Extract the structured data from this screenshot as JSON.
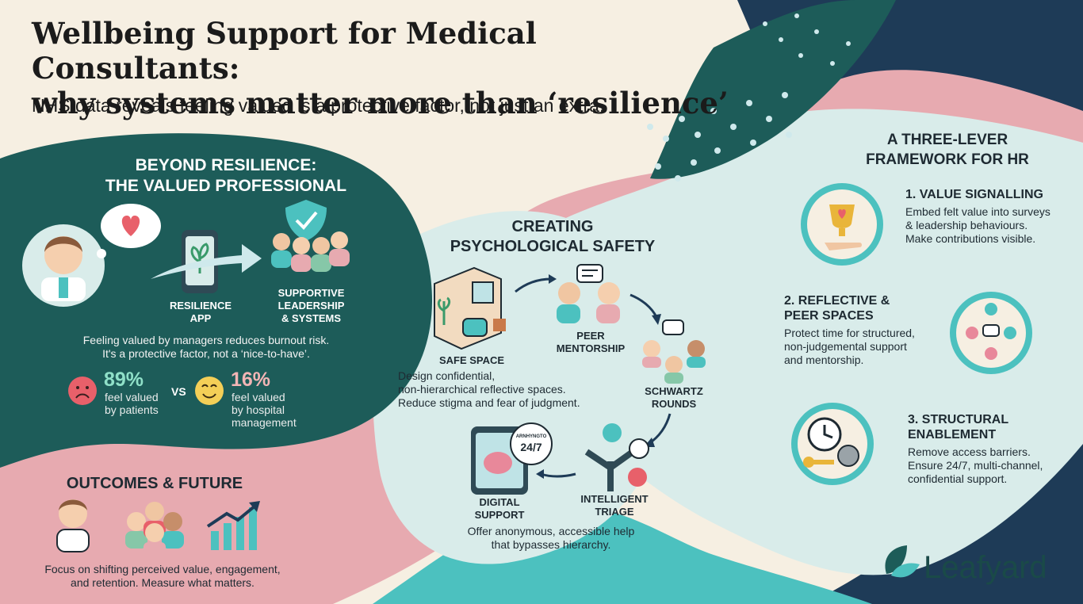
{
  "header": {
    "title_line1": "Wellbeing Support for Medical Consultants:",
    "title_line2": "why systems matter more than ‘resilience’",
    "subtitle": "NHS data reveals feeling valued is a protective factor, not just an extra."
  },
  "beyond": {
    "heading_line1": "BEYOND RESILIENCE:",
    "heading_line2": "THE VALUED PROFESSIONAL",
    "resilience_app_line1": "RESILIENCE",
    "resilience_app_line2": "APP",
    "supportive_line1": "SUPPORTIVE",
    "supportive_line2": "LEADERSHIP",
    "supportive_line3": "& SYSTEMS",
    "body_line1": "Feeling valued by managers reduces burnout risk.",
    "body_line2": "It's a protective factor, not a ‘nice-to-have’.",
    "stat1_value": "89%",
    "stat1_caption_line1": "feel valued",
    "stat1_caption_line2": "by patients",
    "versus": "VS",
    "stat2_value": "16%",
    "stat2_caption_line1": "feel valued",
    "stat2_caption_line2": "by hospital",
    "stat2_caption_line3": "management"
  },
  "outcomes": {
    "heading": "OUTCOMES & FUTURE",
    "body_line1": "Focus on shifting perceived value, engagement,",
    "body_line2": "and retention. Measure what matters."
  },
  "safety": {
    "heading_line1": "CREATING",
    "heading_line2": "PSYCHOLOGICAL SAFETY",
    "safe_space": "SAFE SPACE",
    "safe_space_text_line1": "Design confidential,",
    "safe_space_text_line2": "non-hierarchical reflective spaces.",
    "safe_space_text_line3": "Reduce stigma and fear of judgment.",
    "peer_line1": "PEER",
    "peer_line2": "MENTORSHIP",
    "schwartz_line1": "SCHWARTZ",
    "schwartz_line2": "ROUNDS",
    "triage_line1": "INTELLIGENT",
    "triage_line2": "TRIAGE",
    "digital_line1": "DIGITAL",
    "digital_line2": "SUPPORT",
    "digital_text_line1": "Offer anonymous, accessible help",
    "digital_text_line2": "that bypasses hierarchy.",
    "bubble_small": "ARNHYNGTO",
    "bubble_big": "24/7"
  },
  "framework": {
    "heading_line1": "A THREE-LEVER",
    "heading_line2": "FRAMEWORK FOR HR",
    "levers": [
      {
        "title_line1": "1. VALUE SIGNALLING",
        "title_line2": "",
        "text_line1": "Embed felt value into surveys",
        "text_line2": "& leadership behaviours.",
        "text_line3": "Make contributions visible."
      },
      {
        "title_line1": "2. REFLECTIVE &",
        "title_line2": "PEER SPACES",
        "text_line1": "Protect time for structured,",
        "text_line2": "non-judgemental support",
        "text_line3": "and mentorship."
      },
      {
        "title_line1": "3. STRUCTURAL",
        "title_line2": "ENABLEMENT",
        "text_line1": "Remove access barriers.",
        "text_line2": "Ensure 24/7, multi-channel,",
        "text_line3": "confidential support."
      }
    ]
  },
  "brand": {
    "name": "Leafyard"
  },
  "colors": {
    "cream": "#f6efe2",
    "dark_teal": "#1d5c59",
    "pink": "#e7aab0",
    "light_teal": "#d9ecea",
    "teal_accent": "#4cc1bf",
    "navy": "#1e3b57",
    "stat_green": "#8fe0c8",
    "stat_pink": "#f2b5b5"
  }
}
